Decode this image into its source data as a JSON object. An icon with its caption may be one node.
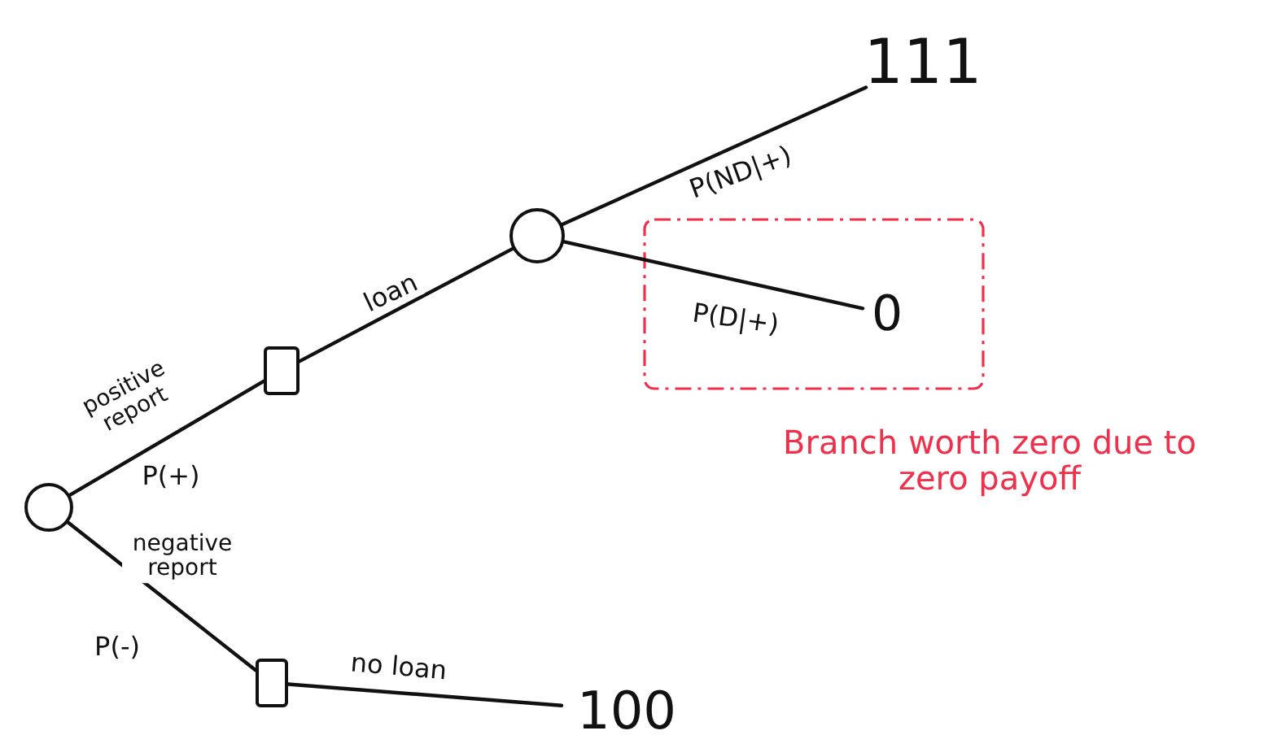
{
  "diagram": {
    "nodes": [
      {
        "text": [],
        "shape": "circle"
      },
      {
        "text": [],
        "shape": "box"
      },
      {
        "text": [],
        "shape": "box"
      },
      {
        "text": [],
        "shape": "circle"
      },
      {
        "text": [
          "111"
        ]
      },
      {
        "text": [
          "0"
        ]
      },
      {
        "text": [
          "100"
        ]
      }
    ],
    "edges": [
      {
        "from": 0,
        "to": 1,
        "arrow": "none",
        "label": "positive report"
      },
      {
        "from": 0,
        "to": 2,
        "arrow": "none",
        "label": "negative report"
      },
      {
        "from": 1,
        "to": 3,
        "arrow": "none",
        "label": "loan"
      },
      {
        "from": 3,
        "to": 4,
        "arrow": "none",
        "label": "P(ND|+)"
      },
      {
        "from": 3,
        "to": 5,
        "arrow": "none",
        "label": "P(D|+)"
      },
      {
        "from": 2,
        "to": 6,
        "arrow": "none",
        "label": "no loan"
      }
    ],
    "labels": [
      "P(+)",
      "P(-)",
      "Branch worth zero due to zero payoff"
    ]
  }
}
